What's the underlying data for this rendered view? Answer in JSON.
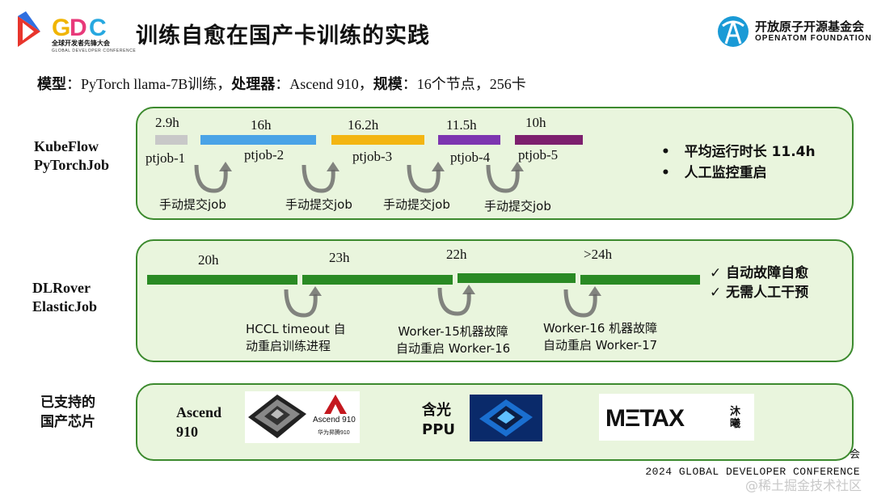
{
  "header": {
    "title": "训练自愈在国产卡训练的实践",
    "gdc_logo": {
      "text": "GDC",
      "sub1": "全球开发者先锋大会",
      "sub2": "GLOBAL DEVELOPER CONFERENCE"
    },
    "openatom_logo": {
      "cn": "开放原子开源基金会",
      "en": "OPENATOM FOUNDATION"
    }
  },
  "subtitle": {
    "model_label": "模型",
    "model_value": "PyTorch llama-7B训练",
    "processor_label": "处理器",
    "processor_value": "Ascend 910",
    "scale_label": "规模",
    "scale_value": "16个节点，256卡"
  },
  "kubeflow": {
    "label_line1": "KubeFlow",
    "label_line2": "PyTorchJob",
    "jobs": [
      {
        "duration": "2.9h",
        "name": "ptjob-1",
        "color": "#c8c8c8"
      },
      {
        "duration": "16h",
        "name": "ptjob-2",
        "color": "#4aa3e6"
      },
      {
        "duration": "16.2h",
        "name": "ptjob-3",
        "color": "#f3b512"
      },
      {
        "duration": "11.5h",
        "name": "ptjob-4",
        "color": "#7d35b0"
      },
      {
        "duration": "10h",
        "name": "ptjob-5",
        "color": "#7d1f6e"
      }
    ],
    "manual_notes": [
      "手动提交job",
      "手动提交job",
      "手动提交job",
      "手动提交job"
    ],
    "bullets": [
      "平均运行时长 11.4h",
      "人工监控重启"
    ]
  },
  "dlrover": {
    "label_line1": "DLRover",
    "label_line2": "ElasticJob",
    "bar_color": "#2a8a24",
    "durations": [
      "20h",
      "23h",
      "22h",
      ">24h"
    ],
    "notes": [
      {
        "line1": "HCCL timeout 自",
        "line2": "动重启训练进程"
      },
      {
        "line1": "Worker-15机器故障",
        "line2": "自动重启 Worker-16"
      },
      {
        "line1": "Worker-16 机器故障",
        "line2": "自动重启 Worker-17"
      }
    ],
    "checks": [
      "✓ 自动故障自愈",
      "✓ 无需人工干预"
    ]
  },
  "supported": {
    "label_line1": "已支持的",
    "label_line2": "国产芯片",
    "chips": [
      {
        "name_line1": "Ascend",
        "name_line2": "910",
        "brand": "Ascend 910",
        "brand_cn": "华为昇腾910"
      },
      {
        "name_line1": "含光",
        "name_line2": "PPU"
      },
      {
        "brand": "MΞTAX",
        "brand_cn1": "沐",
        "brand_cn2": "曦"
      }
    ]
  },
  "footer": {
    "conference": "2024 GLOBAL DEVELOPER CONFERENCE",
    "partial": "会"
  },
  "watermark": "@稀土掘金技术社区"
}
